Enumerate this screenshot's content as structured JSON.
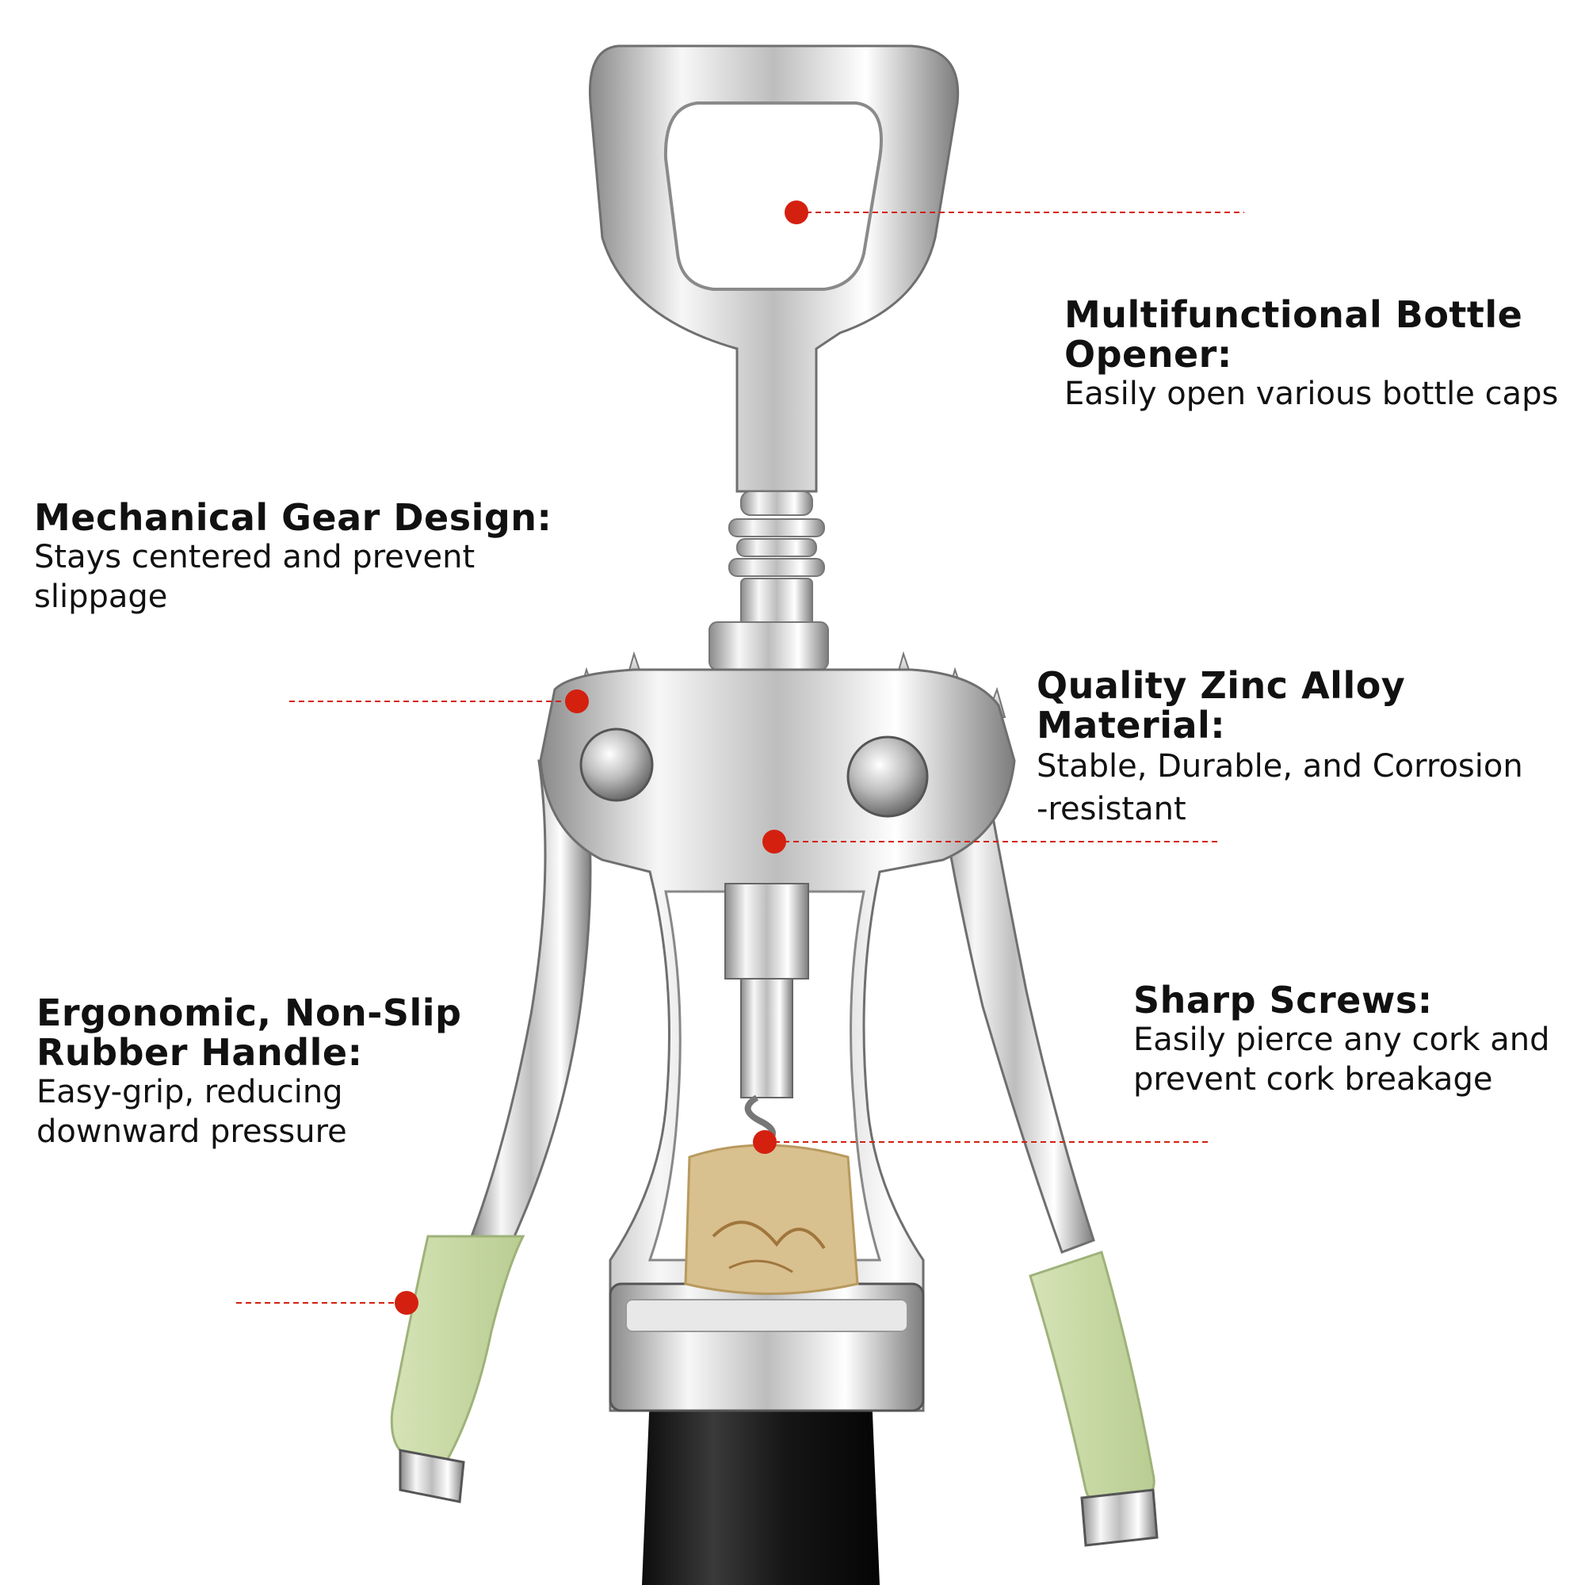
{
  "colors": {
    "marker": "#d4200f",
    "chrome_light": "#f4f4f4",
    "chrome_mid": "#c9c9c9",
    "chrome_dark": "#6f6f6f",
    "grip": "#c7d8a4",
    "cork": "#d9c08f",
    "bottle": "#1c1c1c"
  },
  "features": {
    "bottle_opener": {
      "title_lines": [
        "Multifunctional Bottle",
        "Opener:"
      ],
      "desc_lines": [
        "Easily open various bottle caps"
      ]
    },
    "gear_design": {
      "title_lines": [
        "Mechanical Gear Design:"
      ],
      "desc_lines": [
        "Stays centered and prevent",
        "slippage"
      ]
    },
    "zinc_alloy": {
      "title_lines": [
        "Quality Zinc Alloy Material:"
      ],
      "desc_lines": [
        "Stable, Durable, and Corrosion",
        "-resistant"
      ]
    },
    "rubber_handle": {
      "title_lines": [
        "Ergonomic, Non-Slip",
        "Rubber Handle:"
      ],
      "desc_lines": [
        "Easy-grip, reducing",
        "downward pressure"
      ]
    },
    "sharp_screws": {
      "title_lines": [
        "Sharp Screws:"
      ],
      "desc_lines": [
        "Easily pierce any cork and",
        "prevent cork breakage"
      ]
    }
  },
  "icons": {
    "marker": "red-dot-marker-icon",
    "product": "wing-corkscrew-icon"
  }
}
